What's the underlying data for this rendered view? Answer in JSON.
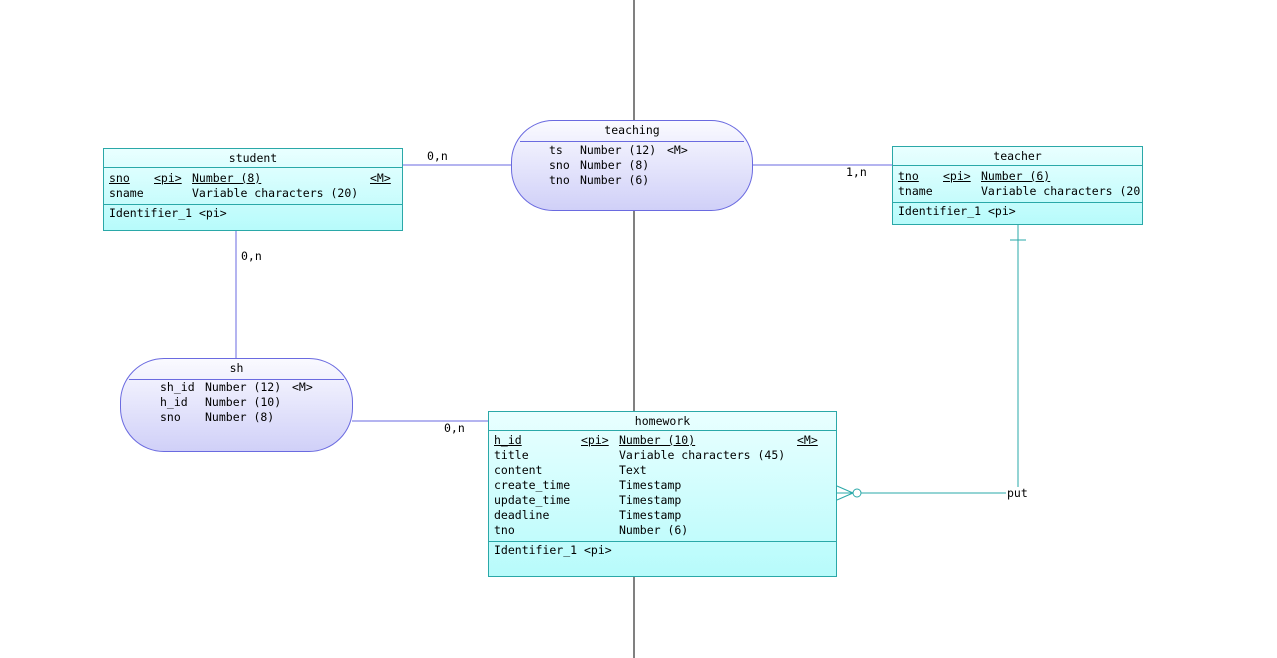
{
  "student": {
    "name": "student",
    "attrs": [
      {
        "name": "sno",
        "key": "<pi>",
        "type": "Number (8)",
        "mand": "<M>"
      },
      {
        "name": "sname",
        "key": "",
        "type": "Variable characters (20)",
        "mand": ""
      }
    ],
    "identifier": "Identifier_1  <pi>"
  },
  "teacher": {
    "name": "teacher",
    "attrs": [
      {
        "name": "tno",
        "key": "<pi>",
        "type": "Number (6)",
        "mand": ""
      },
      {
        "name": "tname",
        "key": "",
        "type": "Variable characters (20",
        "mand": ""
      }
    ],
    "identifier": "Identifier_1  <pi>"
  },
  "homework": {
    "name": "homework",
    "attrs": [
      {
        "name": "h_id",
        "key": "<pi>",
        "type": "Number (10)",
        "mand": "<M>"
      },
      {
        "name": "title",
        "key": "",
        "type": "Variable characters (45)",
        "mand": ""
      },
      {
        "name": "content",
        "key": "",
        "type": "Text",
        "mand": ""
      },
      {
        "name": "create_time",
        "key": "",
        "type": "Timestamp",
        "mand": ""
      },
      {
        "name": "update_time",
        "key": "",
        "type": "Timestamp",
        "mand": ""
      },
      {
        "name": "deadline",
        "key": "",
        "type": "Timestamp",
        "mand": ""
      },
      {
        "name": "tno",
        "key": "",
        "type": "Number (6)",
        "mand": ""
      }
    ],
    "identifier": "Identifier_1  <pi>"
  },
  "teaching": {
    "name": "teaching",
    "attrs": [
      {
        "name": "ts",
        "type": "Number (12)",
        "mand": "<M>"
      },
      {
        "name": "sno",
        "type": "Number (8)",
        "mand": ""
      },
      {
        "name": "tno",
        "type": "Number (6)",
        "mand": ""
      }
    ]
  },
  "sh": {
    "name": "sh",
    "attrs": [
      {
        "name": "sh_id",
        "type": "Number (12)",
        "mand": "<M>"
      },
      {
        "name": "h_id",
        "type": "Number (10)",
        "mand": ""
      },
      {
        "name": "sno",
        "type": "Number (8)",
        "mand": ""
      }
    ]
  },
  "cardinalities": {
    "student_teaching": "0,n",
    "teacher_teaching": "1,n",
    "student_sh": "0,n",
    "homework_sh": "0,n"
  },
  "put_label": "put",
  "colors": {
    "entity_border": "#2aa8a8",
    "entity_fill": "#b7fbfb",
    "relation_border": "#6a6ae0",
    "relation_fill": "#d0d0f8",
    "link_entity": "#2aa8a8",
    "link_relation": "#6a6ae0"
  }
}
